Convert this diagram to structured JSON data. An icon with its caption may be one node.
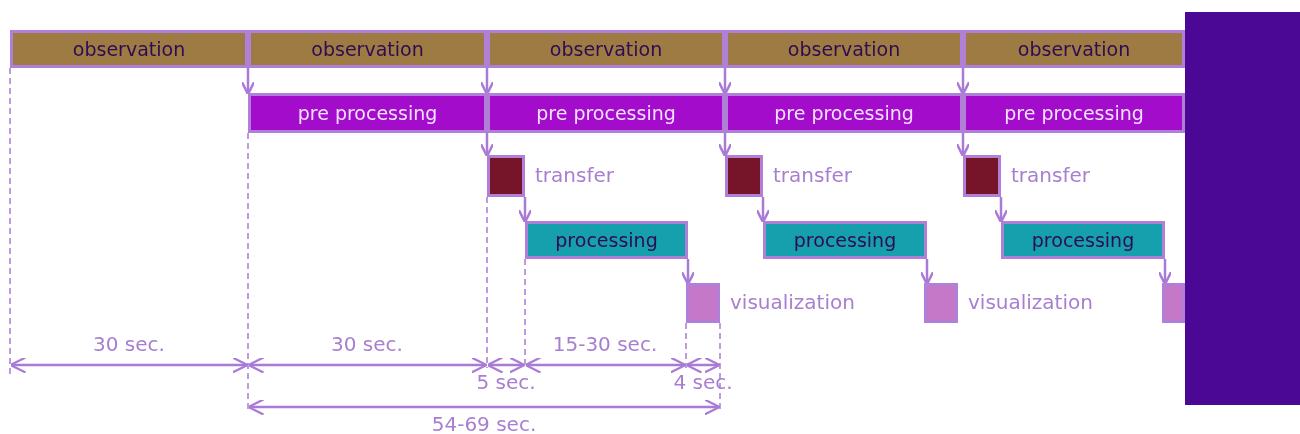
{
  "diagram": {
    "nodes": [
      {
        "text": [
          "observation"
        ]
      },
      {
        "text": [
          "observation"
        ]
      },
      {
        "text": [
          "observation"
        ]
      },
      {
        "text": [
          "observation"
        ]
      },
      {
        "text": [
          "observation"
        ]
      },
      {
        "text": [
          "pre processing"
        ]
      },
      {
        "text": [
          "pre processing"
        ]
      },
      {
        "text": [
          "pre processing"
        ]
      },
      {
        "text": [
          "pre processing"
        ]
      },
      {
        "text": [],
        "shape": "box",
        "beside": [
          "transfer"
        ]
      },
      {
        "text": [],
        "shape": "box",
        "beside": [
          "transfer"
        ]
      },
      {
        "text": [],
        "shape": "box",
        "beside": [
          "transfer"
        ]
      },
      {
        "text": [
          "processing"
        ]
      },
      {
        "text": [
          "processing"
        ]
      },
      {
        "text": [
          "processing"
        ]
      },
      {
        "text": [],
        "shape": "box",
        "beside": [
          "visualization"
        ]
      },
      {
        "text": [],
        "shape": "box",
        "beside": [
          "visualization"
        ]
      },
      {
        "text": [],
        "shape": "box"
      }
    ],
    "edges": [
      {
        "from": 0,
        "to": 5,
        "arrow": "to"
      },
      {
        "from": 1,
        "to": 6,
        "arrow": "to"
      },
      {
        "from": 2,
        "to": 7,
        "arrow": "to"
      },
      {
        "from": 3,
        "to": 8,
        "arrow": "to"
      },
      {
        "from": 5,
        "to": 9,
        "arrow": "to"
      },
      {
        "from": 6,
        "to": 10,
        "arrow": "to"
      },
      {
        "from": 7,
        "to": 11,
        "arrow": "to"
      },
      {
        "from": 9,
        "to": 12,
        "arrow": "to"
      },
      {
        "from": 10,
        "to": 13,
        "arrow": "to"
      },
      {
        "from": 11,
        "to": 14,
        "arrow": "to"
      },
      {
        "from": 12,
        "to": 15,
        "arrow": "to"
      },
      {
        "from": 13,
        "to": 16,
        "arrow": "to"
      },
      {
        "from": 14,
        "to": 17,
        "arrow": "to"
      }
    ],
    "labels": [
      "30 sec.",
      "30 sec.",
      "15-30 sec.",
      "5 sec.",
      "4 sec.",
      "54-69 sec."
    ]
  }
}
